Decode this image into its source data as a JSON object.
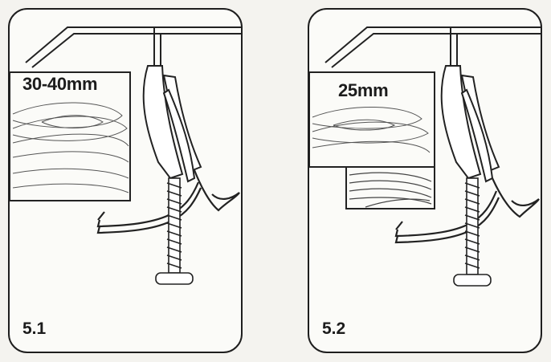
{
  "panels": [
    {
      "thickness_label": "30-40mm",
      "step_label": "5.1"
    },
    {
      "thickness_label": "25mm",
      "step_label": "5.2"
    }
  ]
}
